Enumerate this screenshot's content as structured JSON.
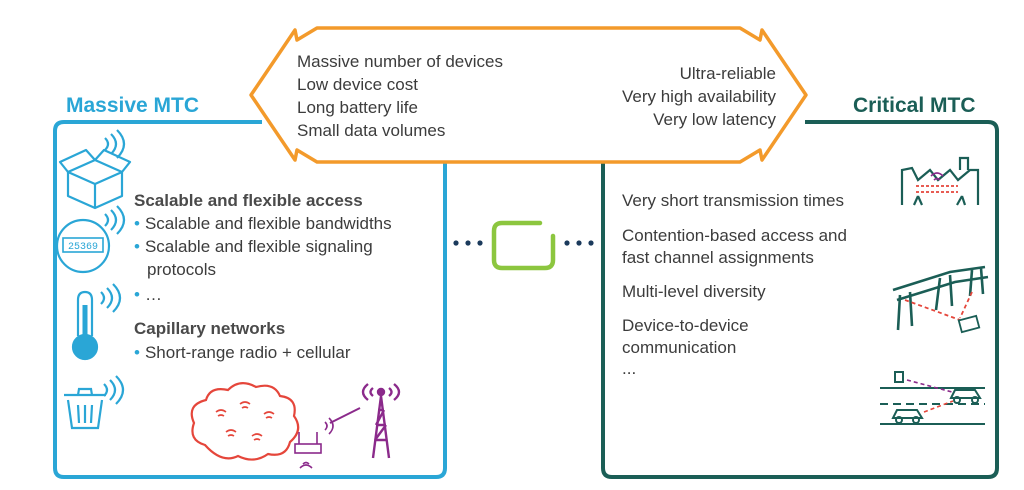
{
  "colors": {
    "massive": "#2aa6d6",
    "critical": "#1b5e56",
    "arrow": "#f39a2b",
    "link": "#8cc63f",
    "dots": "#1b3a5c",
    "cloud": "#e5463b",
    "tower": "#8b2a8b",
    "text": "#3c3c3c"
  },
  "titles": {
    "massive": "Massive MTC",
    "critical": "Critical MTC"
  },
  "arrow": {
    "left_items": [
      "Massive number of devices",
      "Low device cost",
      "Long battery life",
      "Small data volumes"
    ],
    "right_items": [
      "Ultra-reliable",
      "Very high availability",
      "Very low latency"
    ]
  },
  "massive": {
    "section1_title": "Scalable and flexible access",
    "section1_items": [
      "Scalable and flexible bandwidths",
      "Scalable and flexible signaling",
      "protocols"
    ],
    "ellipsis": "…",
    "section2_title": "Capillary networks",
    "section2_items": [
      "Short-range radio + cellular"
    ],
    "meter_reading": "25369",
    "icons": [
      "box-icon",
      "meter-icon",
      "thermometer-icon",
      "trash-bin-icon",
      "cloud-network-icon",
      "cell-tower-icon"
    ]
  },
  "critical": {
    "items": [
      "Very short transmission times",
      "Contention-based access and",
      "fast channel assignments",
      "Multi-level diversity",
      "Device-to-device",
      "communication",
      "..."
    ],
    "icons": [
      "factory-icon",
      "power-lines-icon",
      "vehicles-icon"
    ]
  }
}
